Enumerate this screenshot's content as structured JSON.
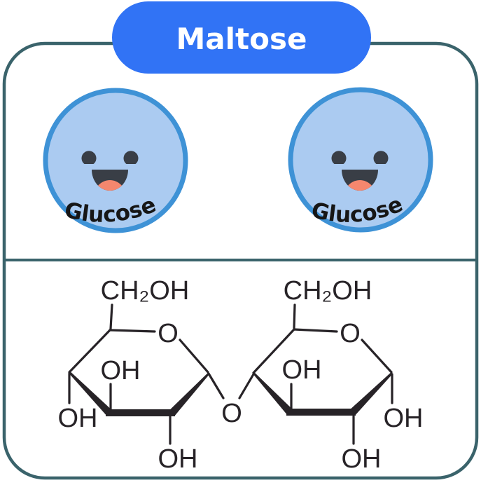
{
  "title": "Maltose",
  "molecules": [
    {
      "label": "Glucose"
    },
    {
      "label": "Glucose"
    }
  ],
  "structure": {
    "left": {
      "ch2oh": "CH₂OH",
      "ring_o": "O",
      "inner_oh": "OH",
      "side_oh": "OH",
      "bottom_oh": "OH"
    },
    "bridge_o": "O",
    "right": {
      "ch2oh": "CH₂OH",
      "ring_o": "O",
      "inner_oh": "OH",
      "side_oh": "OH",
      "bottom_oh": "OH"
    }
  },
  "colors": {
    "pill_blue": "#3173f5",
    "card_border_teal": "#3a636b",
    "circle_fill": "#abcbf1",
    "circle_border": "#3e92d6",
    "face_dark": "#393e46",
    "tongue_salmon": "#f5876e",
    "structure_ink": "#272327",
    "title_text": "#ffffff",
    "glucose_text": "#161616"
  }
}
